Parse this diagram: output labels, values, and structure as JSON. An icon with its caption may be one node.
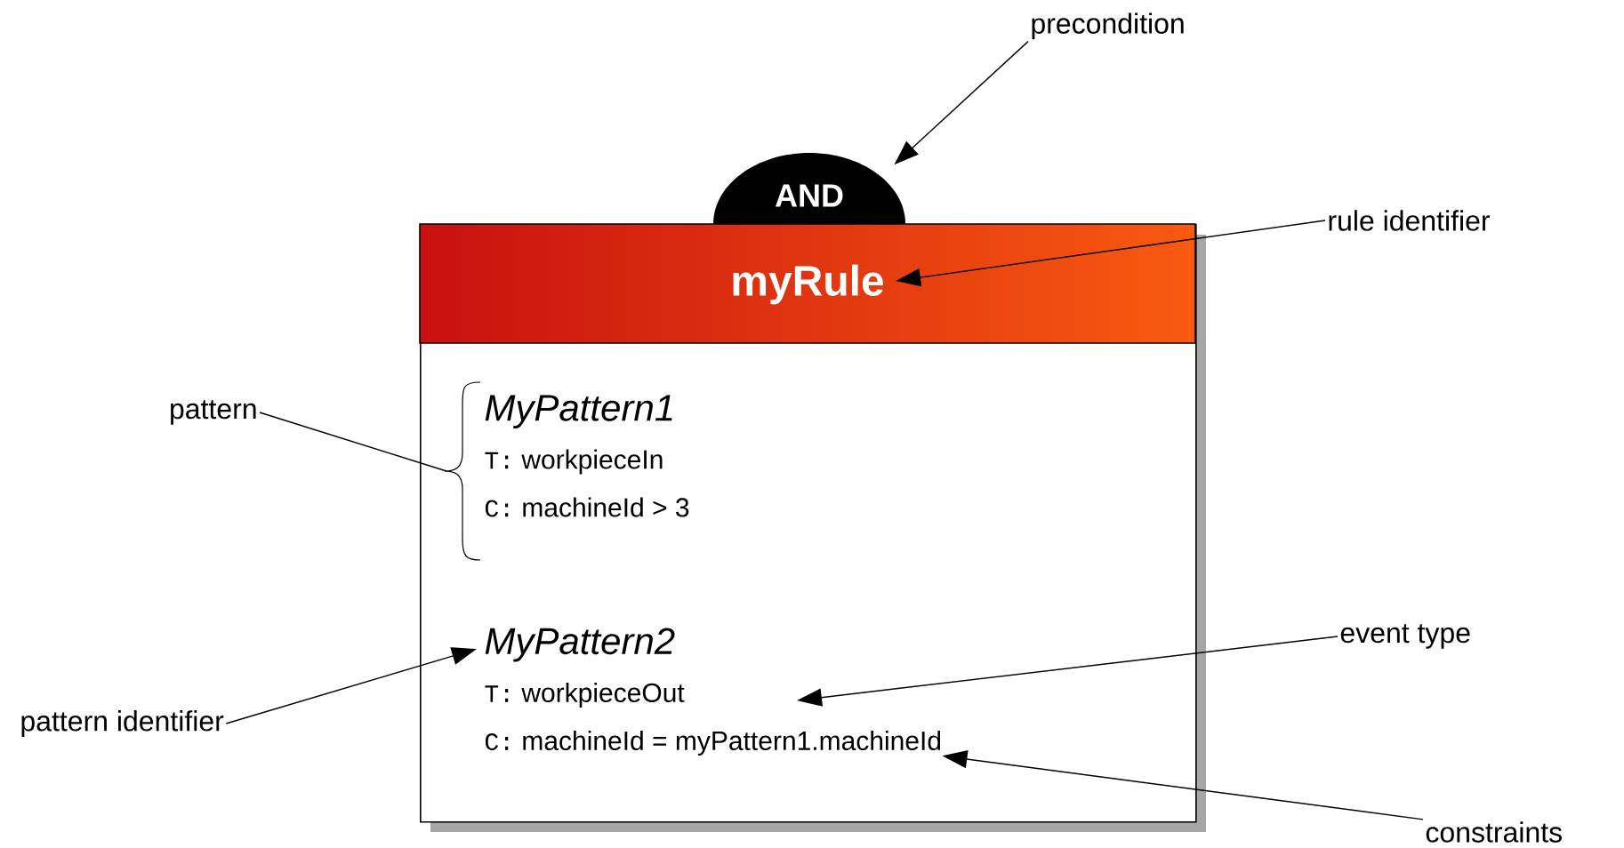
{
  "diagram": {
    "nodes": [
      {
        "text": [
          "AND"
        ]
      },
      {
        "text": [
          "myRule"
        ]
      },
      {
        "text": [
          "MyPattern1",
          "T:",
          "workpieceIn",
          "C:",
          "machineId > 3"
        ],
        "in": 1
      },
      {
        "text": [
          "MyPattern2",
          "T:",
          "workpieceOut",
          "C:",
          "machineId = myPattern1.machineId"
        ],
        "in": 1
      },
      {
        "text": [
          "precondition"
        ]
      },
      {
        "text": [
          "rule identifier"
        ]
      },
      {
        "text": [
          "pattern"
        ]
      },
      {
        "text": [
          "pattern identifier"
        ]
      },
      {
        "text": [
          "event type"
        ]
      },
      {
        "text": [
          "constraints"
        ]
      }
    ],
    "edges": [
      {
        "from": 4,
        "to": 0,
        "arrow": "to"
      },
      {
        "from": 5,
        "to": 1,
        "arrow": "to"
      },
      {
        "from": 6,
        "to": 2,
        "arrow": "none"
      },
      {
        "from": 7,
        "to": 3,
        "arrow": "to"
      },
      {
        "from": 8,
        "to": 3,
        "arrow": "to"
      },
      {
        "from": 9,
        "to": 3,
        "arrow": "to"
      }
    ]
  }
}
